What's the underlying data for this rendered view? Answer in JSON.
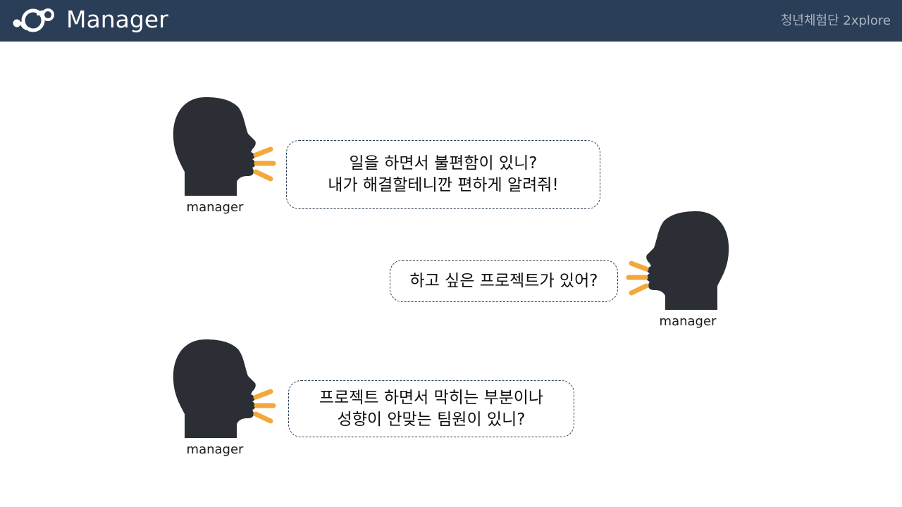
{
  "header": {
    "title": "Manager",
    "subtitle": "청년체험단 2xplore",
    "logo_icon": "connected-circles-logo",
    "background": "#2b3e57"
  },
  "conversation": [
    {
      "speaker": "manager",
      "facing": "right",
      "lines": [
        "일을 하면서 불편함이 있니?",
        "내가 해결할테니깐 편하게 알려줘!"
      ]
    },
    {
      "speaker": "manager",
      "facing": "left",
      "lines": [
        "하고 싶은 프로젝트가 있어?"
      ]
    },
    {
      "speaker": "manager",
      "facing": "right",
      "lines": [
        "프로젝트 하면서 막히는 부분이나",
        "성향이 안맞는 팀원이 있니?"
      ]
    }
  ],
  "colors": {
    "head": "#2b2f35",
    "speech_lines": "#f3a83b",
    "bubble_border": "#2c3e50"
  }
}
